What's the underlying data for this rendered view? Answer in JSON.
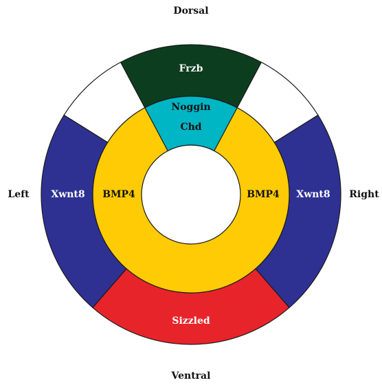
{
  "orientation": {
    "top": "Dorsal",
    "bottom": "Ventral",
    "left": "Left",
    "right": "Right"
  },
  "outer_ring": {
    "top": {
      "label": "Frzb",
      "color": "#0c3d1f"
    },
    "bottom": {
      "label": "Sizzled",
      "color": "#e8242b"
    },
    "left": {
      "label": "Xwnt8",
      "color": "#2e3192"
    },
    "right": {
      "label": "Xwnt8",
      "color": "#2e3192"
    },
    "gaps_color": "#ffffff"
  },
  "inner_ring": {
    "top": {
      "label_line1": "Noggin",
      "label_line2": "Chd",
      "color": "#00b5c4"
    },
    "left": {
      "label": "BMP4",
      "color": "#ffcb05"
    },
    "right": {
      "label": "BMP4",
      "color": "#ffcb05"
    }
  },
  "outline_color": "#1a1a1a"
}
